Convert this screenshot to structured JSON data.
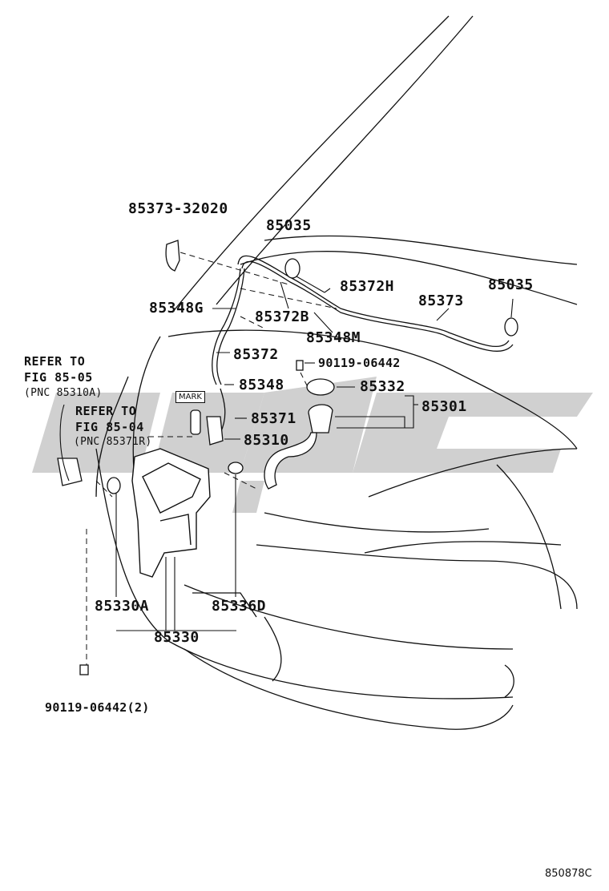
{
  "parts": {
    "p85373_32020": "85373-32020",
    "p85035_top": "85035",
    "p85372h": "85372H",
    "p85373": "85373",
    "p85035_right": "85035",
    "p85348g": "85348G",
    "p85372b": "85372B",
    "p85348m": "85348M",
    "p85372": "85372",
    "p90119_top": "90119-06442",
    "p85348": "85348",
    "p85332": "85332",
    "p85301": "85301",
    "p85371": "85371",
    "p85310": "85310",
    "p85330a": "85330A",
    "p85336d": "85336D",
    "p85330": "85330",
    "p90119_bottom": "90119-06442(2)"
  },
  "refs": {
    "ref1_line1": "REFER TO",
    "ref1_line2": "FIG 85-05",
    "ref1_line3": "(PNC 85310A)",
    "ref2_line1": "REFER TO",
    "ref2_line2": "FIG 85-04",
    "ref2_line3": "(PNC 85371R)"
  },
  "mark_label": "MARK",
  "figure_id": "850878C",
  "colors": {
    "line": "#111111",
    "watermark": "#c8c8c8"
  }
}
